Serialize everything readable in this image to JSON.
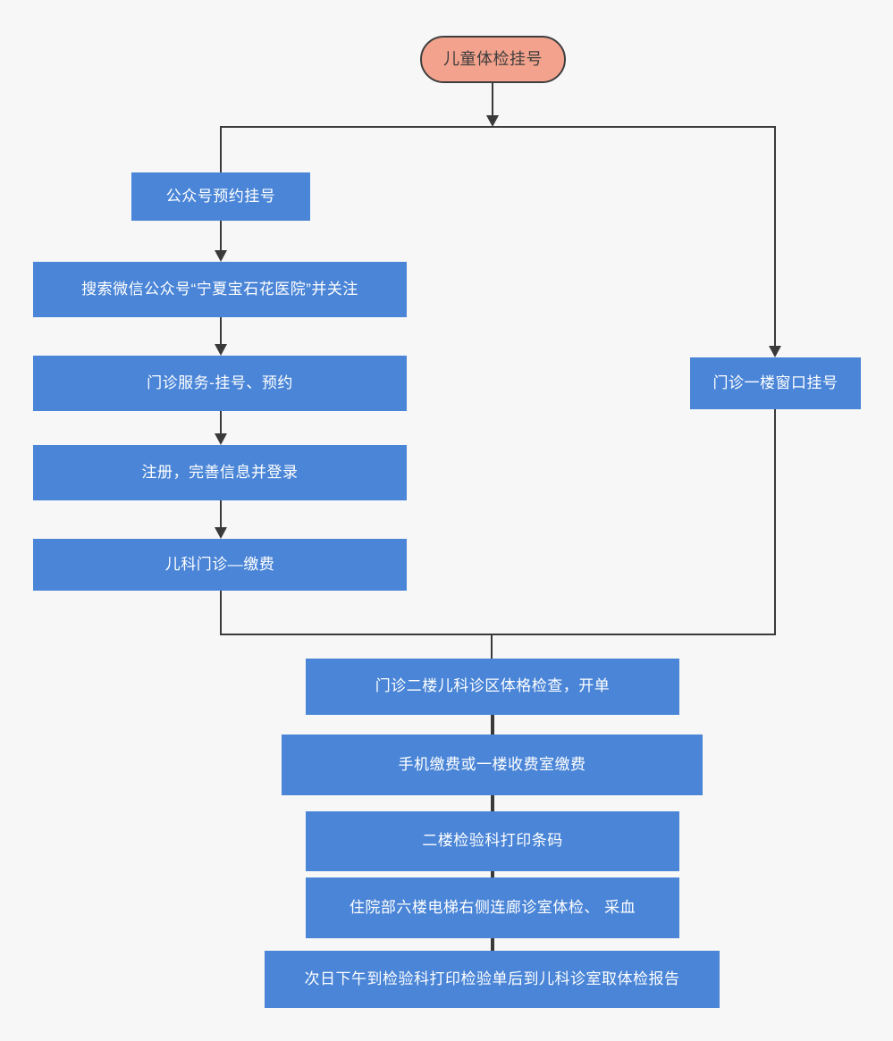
{
  "flowchart": {
    "colors": {
      "background": "#f7f7f7",
      "process_fill": "#4a85d7",
      "process_text": "#ffffff",
      "start_fill": "#f3a38d",
      "start_border": "#3e3e3e",
      "start_text": "#3d3d3d",
      "connector": "#3a3a3a"
    },
    "nodes": [
      {
        "id": "start",
        "shape": "terminator",
        "label": "儿童体检挂号"
      },
      {
        "id": "official-account-booking",
        "shape": "process",
        "label": "公众号预约挂号"
      },
      {
        "id": "search-wechat-account",
        "shape": "process",
        "label": "搜索微信公众号“宁夏宝石花医院”并关注"
      },
      {
        "id": "outpatient-service-menu",
        "shape": "process",
        "label": "门诊服务-挂号、预约"
      },
      {
        "id": "register-and-login",
        "shape": "process",
        "label": "注册，完善信息并登录"
      },
      {
        "id": "pediatric-clinic-payment",
        "shape": "process",
        "label": "儿科门诊—缴费"
      },
      {
        "id": "window-registration",
        "shape": "process",
        "label": "门诊一楼窗口挂号"
      },
      {
        "id": "physical-exam-and-order",
        "shape": "process",
        "label": "门诊二楼儿科诊区体格检查，开单"
      },
      {
        "id": "payment-options",
        "shape": "process",
        "label": "手机缴费或一楼收费室缴费"
      },
      {
        "id": "print-barcode",
        "shape": "process",
        "label": "二楼检验科打印条码"
      },
      {
        "id": "exam-and-blood-draw",
        "shape": "process",
        "label": "住院部六楼电梯右侧连廊诊室体检、 采血"
      },
      {
        "id": "collect-report",
        "shape": "process",
        "label": "次日下午到检验科打印检验单后到儿科诊室取体检报告"
      }
    ],
    "edges": [
      {
        "from": "start",
        "to": "branch-split",
        "arrowhead": true
      },
      {
        "from": "branch-split",
        "to": "official-account-booking",
        "arrowhead": false
      },
      {
        "from": "branch-split",
        "to": "window-registration",
        "arrowhead": true
      },
      {
        "from": "official-account-booking",
        "to": "search-wechat-account",
        "arrowhead": true
      },
      {
        "from": "search-wechat-account",
        "to": "outpatient-service-menu",
        "arrowhead": true
      },
      {
        "from": "outpatient-service-menu",
        "to": "register-and-login",
        "arrowhead": true
      },
      {
        "from": "register-and-login",
        "to": "pediatric-clinic-payment",
        "arrowhead": true
      },
      {
        "from": "pediatric-clinic-payment",
        "to": "merge-join",
        "arrowhead": false
      },
      {
        "from": "window-registration",
        "to": "merge-join",
        "arrowhead": false
      },
      {
        "from": "merge-join",
        "to": "physical-exam-and-order",
        "arrowhead": false
      },
      {
        "from": "physical-exam-and-order",
        "to": "payment-options",
        "arrowhead": false
      },
      {
        "from": "payment-options",
        "to": "print-barcode",
        "arrowhead": false
      },
      {
        "from": "print-barcode",
        "to": "exam-and-blood-draw",
        "arrowhead": false
      },
      {
        "from": "exam-and-blood-draw",
        "to": "collect-report",
        "arrowhead": false
      }
    ]
  }
}
